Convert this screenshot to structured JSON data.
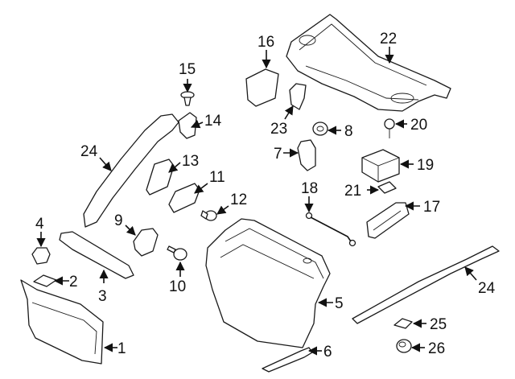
{
  "callouts": {
    "c1": "1",
    "c2": "2",
    "c3": "3",
    "c4": "4",
    "c5": "5",
    "c6": "6",
    "c7": "7",
    "c8": "8",
    "c9": "9",
    "c10": "10",
    "c11": "11",
    "c12": "12",
    "c13": "13",
    "c14": "14",
    "c15": "15",
    "c16": "16",
    "c17": "17",
    "c18": "18",
    "c19": "19",
    "c20": "20",
    "c21": "21",
    "c22": "22",
    "c23": "23",
    "c24a": "24",
    "c24b": "24",
    "c25": "25",
    "c26": "26"
  }
}
